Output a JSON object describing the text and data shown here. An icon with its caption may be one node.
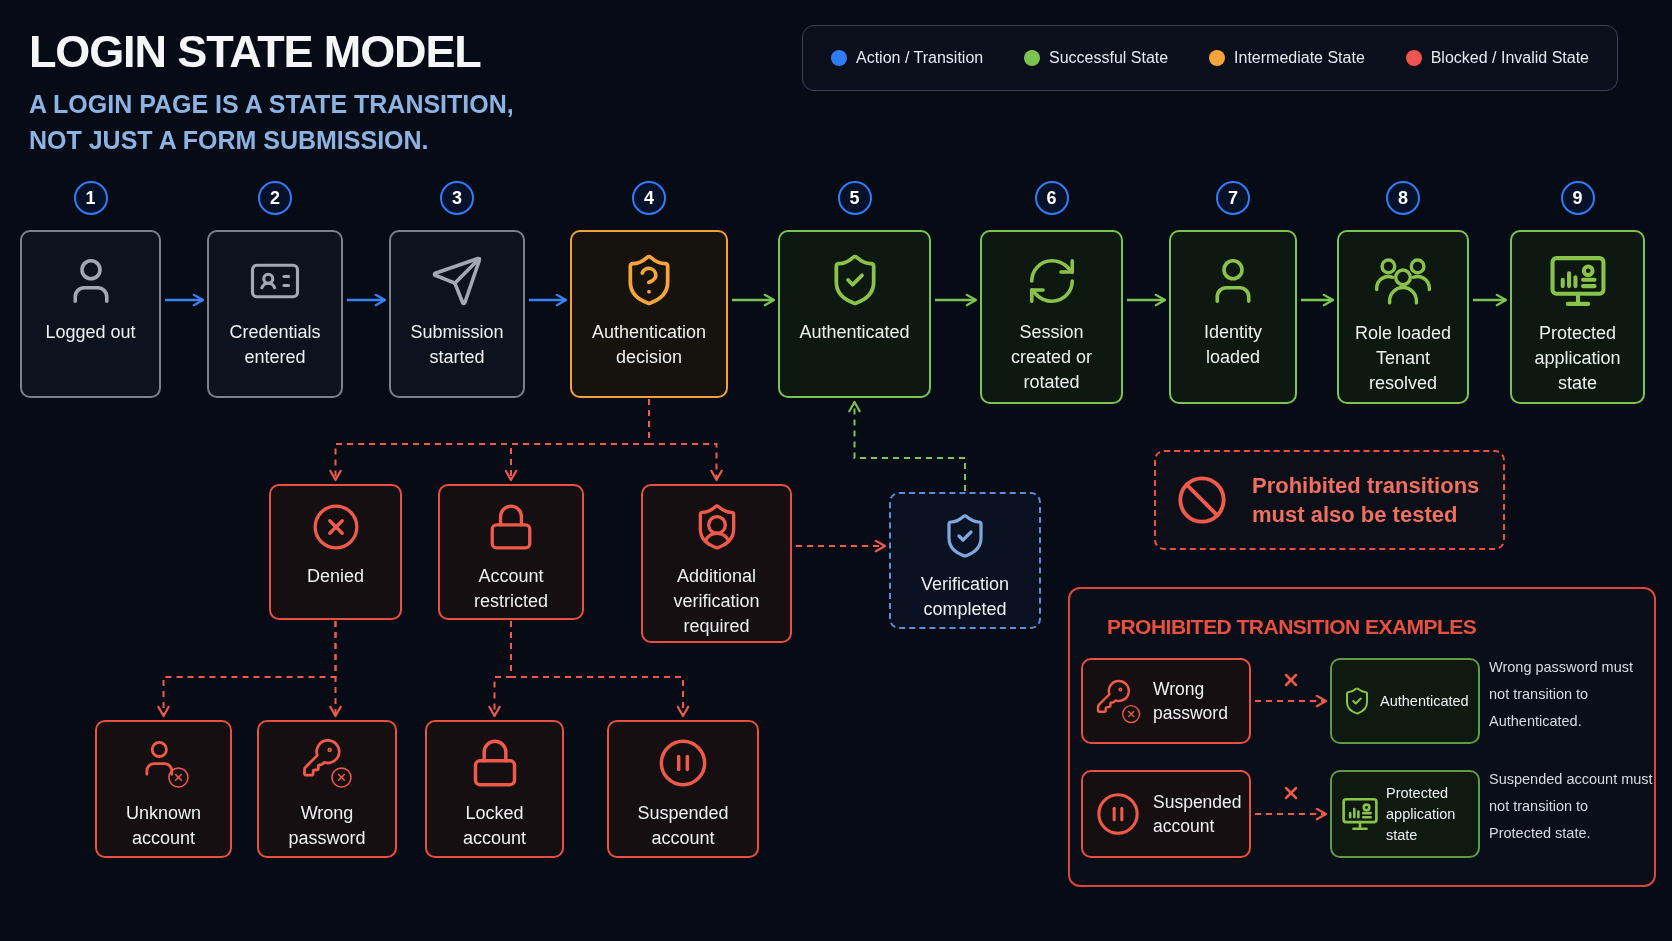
{
  "diagram": {
    "title": "LOGIN STATE MODEL",
    "nodes": [
      {
        "text": [
          "Logged out"
        ],
        "beside": [
          "1"
        ]
      },
      {
        "text": [
          "Credentials entered"
        ],
        "beside": [
          "2"
        ]
      },
      {
        "text": [
          "Submission started"
        ],
        "beside": [
          "3"
        ]
      },
      {
        "text": [
          "Authentication decision"
        ],
        "beside": [
          "4"
        ]
      },
      {
        "text": [
          "Authenticated"
        ],
        "beside": [
          "5"
        ]
      },
      {
        "text": [
          "Session created or rotated"
        ],
        "beside": [
          "6"
        ]
      },
      {
        "text": [
          "Identity loaded"
        ],
        "beside": [
          "7"
        ]
      },
      {
        "text": [
          "Role loaded Tenant resolved"
        ],
        "beside": [
          "8"
        ]
      },
      {
        "text": [
          "Protected application state"
        ],
        "beside": [
          "9"
        ]
      },
      {
        "text": [
          "Denied"
        ]
      },
      {
        "text": [
          "Account restricted"
        ]
      },
      {
        "text": [
          "Additional verification required"
        ]
      },
      {
        "text": [
          "Verification completed"
        ]
      },
      {
        "text": [
          "Prohibited transitions must also be tested"
        ]
      },
      {
        "text": [
          "Unknown account"
        ]
      },
      {
        "text": [
          "Wrong password"
        ]
      },
      {
        "text": [
          "Locked account"
        ]
      },
      {
        "text": [
          "Suspended account"
        ]
      },
      {
        "text": [
          "PROHIBITED TRANSITION EXAMPLES"
        ]
      },
      {
        "text": [
          "Wrong password"
        ],
        "in": 18
      },
      {
        "text": [
          "Authenticated"
        ],
        "in": 18,
        "beside": [
          "Wrong password must not transition to Authenticated."
        ]
      },
      {
        "text": [
          "Suspended account"
        ],
        "in": 18
      },
      {
        "text": [
          "Protected application state"
        ],
        "in": 18,
        "beside": [
          "Suspended account must not transition to Protected state."
        ]
      }
    ],
    "edges": [
      {
        "from": 0,
        "to": 1,
        "arrow": "to",
        "color": "#3b82f6"
      },
      {
        "from": 1,
        "to": 2,
        "arrow": "to",
        "color": "#3b82f6"
      },
      {
        "from": 2,
        "to": 3,
        "arrow": "to",
        "color": "#3b82f6"
      },
      {
        "from": 3,
        "to": 4,
        "arrow": "to",
        "color": "#7cc452"
      },
      {
        "from": 4,
        "to": 5,
        "arrow": "to",
        "color": "#7cc452"
      },
      {
        "from": 5,
        "to": 6,
        "arrow": "to",
        "color": "#7cc452"
      },
      {
        "from": 6,
        "to": 7,
        "arrow": "to",
        "color": "#7cc452"
      },
      {
        "from": 7,
        "to": 8,
        "arrow": "to",
        "color": "#7cc452"
      },
      {
        "from": 3,
        "to": 9,
        "arrow": "to",
        "style": "dashed",
        "color": "#ef5a4a"
      },
      {
        "from": 3,
        "to": 10,
        "arrow": "to",
        "style": "dashed",
        "color": "#ef5a4a"
      },
      {
        "from": 3,
        "to": 11,
        "arrow": "to",
        "style": "dashed",
        "color": "#ef5a4a"
      },
      {
        "from": 11,
        "to": 12,
        "arrow": "to",
        "style": "dashed",
        "color": "#ef5a4a"
      },
      {
        "from": 12,
        "to": 4,
        "arrow": "to",
        "style": "dashed",
        "color": "#7cc452"
      },
      {
        "from": 9,
        "to": 14,
        "arrow": "to",
        "style": "dashed",
        "color": "#ef5a4a"
      },
      {
        "from": 9,
        "to": 15,
        "arrow": "to",
        "style": "dashed",
        "color": "#ef5a4a"
      },
      {
        "from": 10,
        "to": 16,
        "arrow": "to",
        "style": "dashed",
        "color": "#ef5a4a"
      },
      {
        "from": 10,
        "to": 17,
        "arrow": "to",
        "style": "dashed",
        "color": "#ef5a4a"
      },
      {
        "from": 19,
        "to": 20,
        "arrow": "to",
        "style": "dashed",
        "color": "#ef5a4a"
      },
      {
        "from": 21,
        "to": 22,
        "arrow": "to",
        "style": "dashed",
        "color": "#ef5a4a"
      }
    ],
    "labels": [
      "A LOGIN PAGE IS A STATE TRANSITION, NOT JUST A FORM SUBMISSION."
    ],
    "legend": [
      {
        "text": "Action / Transition",
        "color": "#2f7cf6"
      },
      {
        "text": "Successful State",
        "color": "#7cc452"
      },
      {
        "text": "Intermediate State",
        "color": "#f5a53a"
      },
      {
        "text": "Blocked / Invalid State",
        "color": "#ef5350"
      }
    ]
  }
}
